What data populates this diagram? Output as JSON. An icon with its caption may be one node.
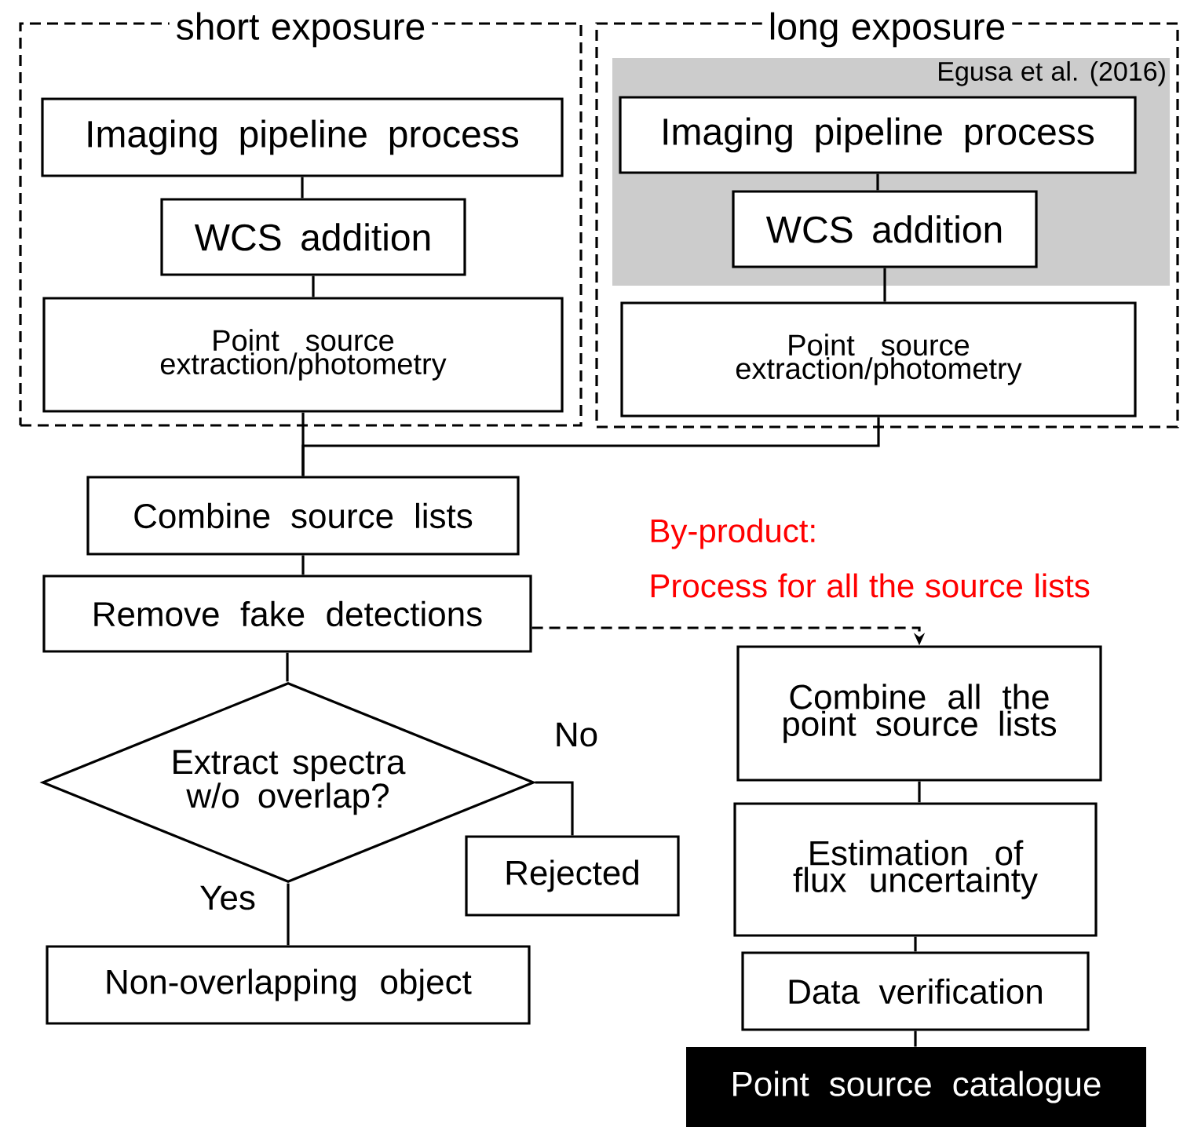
{
  "diagram": {
    "nodes": [
      {
        "text": [
          "short exposure"
        ]
      },
      {
        "text": [
          "long exposure"
        ]
      },
      {
        "text": [
          "Egusa et al. (2016)"
        ],
        "in": 1
      },
      {
        "text": [
          "Imaging pipeline process"
        ],
        "in": 0
      },
      {
        "text": [
          "WCS addition"
        ],
        "in": 0
      },
      {
        "text": [
          "Point source extraction/photometry"
        ],
        "in": 0
      },
      {
        "text": [
          "Imaging pipeline process"
        ],
        "in": 2
      },
      {
        "text": [
          "WCS addition"
        ],
        "in": 2
      },
      {
        "text": [
          "Point source extraction/photometry"
        ],
        "in": 1
      },
      {
        "text": [
          "Combine source lists"
        ]
      },
      {
        "text": [
          "Remove fake detections"
        ]
      },
      {
        "text": [
          "Extract spectra w/o overlap?"
        ]
      },
      {
        "text": [
          "Rejected"
        ]
      },
      {
        "text": [
          "Non-overlapping object"
        ]
      },
      {
        "text": [
          "Combine all the point source lists"
        ]
      },
      {
        "text": [
          "Estimation of flux uncertainty"
        ]
      },
      {
        "text": [
          "Data verification"
        ]
      },
      {
        "text": [
          "Point source catalogue"
        ]
      }
    ],
    "edges": [
      {
        "from": 3,
        "to": 4,
        "arrow": "none"
      },
      {
        "from": 4,
        "to": 5,
        "arrow": "none"
      },
      {
        "from": 6,
        "to": 7,
        "arrow": "none"
      },
      {
        "from": 7,
        "to": 8,
        "arrow": "none"
      },
      {
        "from": 5,
        "to": 9,
        "arrow": "none"
      },
      {
        "from": 8,
        "to": 9,
        "arrow": "none"
      },
      {
        "from": 9,
        "to": 10,
        "arrow": "none"
      },
      {
        "from": 10,
        "to": 11,
        "arrow": "none"
      },
      {
        "from": 11,
        "to": 12,
        "arrow": "none",
        "label": "No"
      },
      {
        "from": 11,
        "to": 13,
        "arrow": "none",
        "label": "Yes"
      },
      {
        "from": 10,
        "to": 14,
        "arrow": "to",
        "style": "dashed"
      },
      {
        "from": 14,
        "to": 15,
        "arrow": "none"
      },
      {
        "from": 15,
        "to": 16,
        "arrow": "none"
      },
      {
        "from": 16,
        "to": 17,
        "arrow": "none"
      }
    ],
    "labels": [
      "By-product:",
      "Process for all the source lists"
    ]
  }
}
